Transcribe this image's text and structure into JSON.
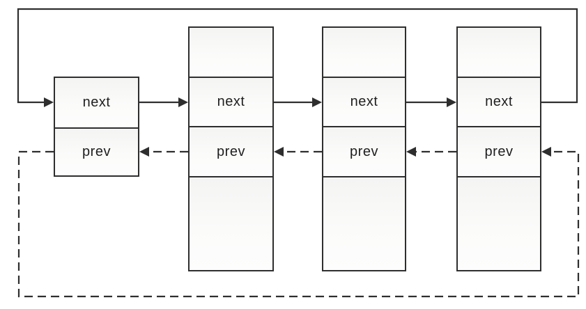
{
  "diagram": {
    "type": "circular-doubly-linked-list",
    "node_count": 4,
    "labels": {
      "next": "next",
      "prev": "prev"
    },
    "nodes": [
      {
        "id": "node-1",
        "cells": [
          {
            "label": "next"
          },
          {
            "label": "prev"
          }
        ]
      },
      {
        "id": "node-2",
        "cells": [
          {
            "label": ""
          },
          {
            "label": "next"
          },
          {
            "label": "prev"
          },
          {
            "label": ""
          }
        ]
      },
      {
        "id": "node-3",
        "cells": [
          {
            "label": ""
          },
          {
            "label": "next"
          },
          {
            "label": "prev"
          },
          {
            "label": ""
          }
        ]
      },
      {
        "id": "node-4",
        "cells": [
          {
            "label": ""
          },
          {
            "label": "next"
          },
          {
            "label": "prev"
          },
          {
            "label": ""
          }
        ]
      }
    ],
    "links": {
      "next_style": "solid-arrow-right",
      "prev_style": "dashed-arrow-left",
      "next_loop": "node-4 to node-1 around top",
      "prev_loop": "node-1 to node-4 around bottom"
    },
    "colors": {
      "line": "#2e2e2e",
      "cell_fill": "#f7f7f6",
      "text": "#1f1f1f",
      "background": "#ffffff"
    }
  }
}
